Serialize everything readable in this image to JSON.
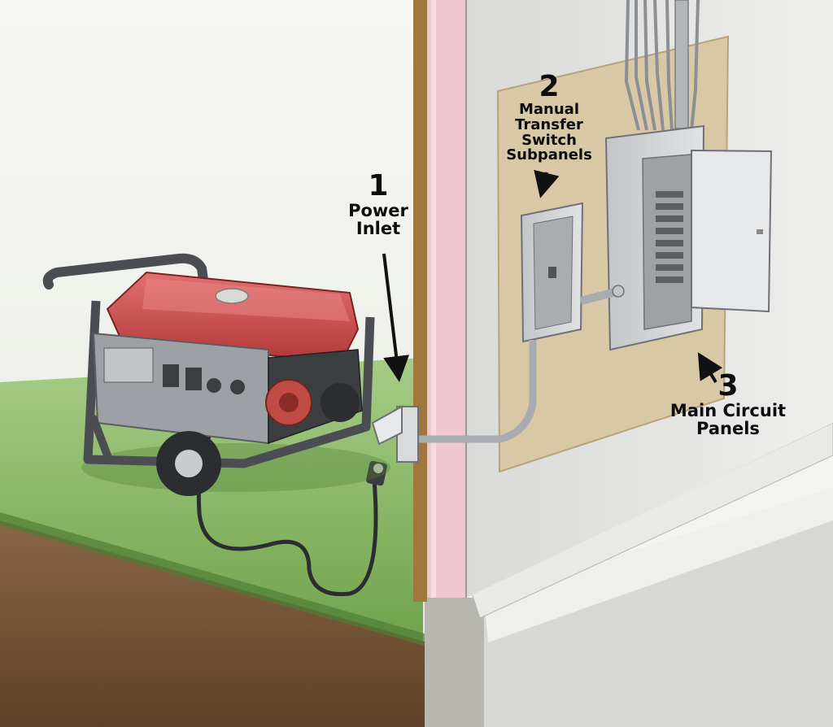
{
  "labels": {
    "power_inlet": {
      "number": "1",
      "lines": [
        "Power",
        "Inlet"
      ]
    },
    "transfer_switch": {
      "number": "2",
      "lines": [
        "Manual",
        "Transfer",
        "Switch",
        "Subpanels"
      ]
    },
    "main_panels": {
      "number": "3",
      "lines": [
        "Main Circuit",
        "Panels"
      ]
    }
  },
  "colors": {
    "sky": "#f4f4f1",
    "grass": "#8fbd6a",
    "soil": "#7a5a3c",
    "insulation": "#efc9d2",
    "wall": "#e4e5e3",
    "plywood": "#d8c7a6",
    "panel": "#cfd2d3",
    "generator_red": "#cd4a4a",
    "frame": "#4a4d52"
  }
}
